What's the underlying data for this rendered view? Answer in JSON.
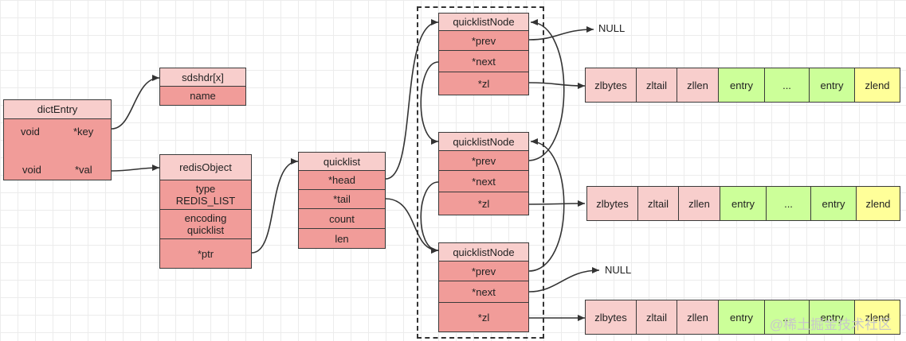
{
  "dict_entry": {
    "title": "dictEntry",
    "key_left": "void",
    "key_right": "*key",
    "val_left": "void",
    "val_right": "*val"
  },
  "sdshdr": {
    "title": "sdshdr[x]",
    "field": "name"
  },
  "redis_object": {
    "title": "redisObject",
    "type_line1": "type",
    "type_line2": "REDIS_LIST",
    "encoding_line1": "encoding",
    "encoding_line2": "quicklist",
    "ptr": "*ptr"
  },
  "quicklist": {
    "title": "quicklist",
    "head": "*head",
    "tail": "*tail",
    "count": "count",
    "len": "len"
  },
  "nodes": [
    {
      "title": "quicklistNode",
      "prev": "*prev",
      "next": "*next",
      "zl": "*zl"
    },
    {
      "title": "quicklistNode",
      "prev": "*prev",
      "next": "*next",
      "zl": "*zl"
    },
    {
      "title": "quicklistNode",
      "prev": "*prev",
      "next": "*next",
      "zl": "*zl"
    }
  ],
  "null_labels": [
    "NULL",
    "NULL"
  ],
  "ziplists": [
    [
      "zlbytes",
      "zltail",
      "zllen",
      "entry",
      "...",
      "entry",
      "zlend"
    ],
    [
      "zlbytes",
      "zltail",
      "zllen",
      "entry",
      "...",
      "entry",
      "zlend"
    ],
    [
      "zlbytes",
      "zltail",
      "zllen",
      "entry",
      "...",
      "entry",
      "zlend"
    ]
  ],
  "watermark": "@稀土掘金技术社区"
}
